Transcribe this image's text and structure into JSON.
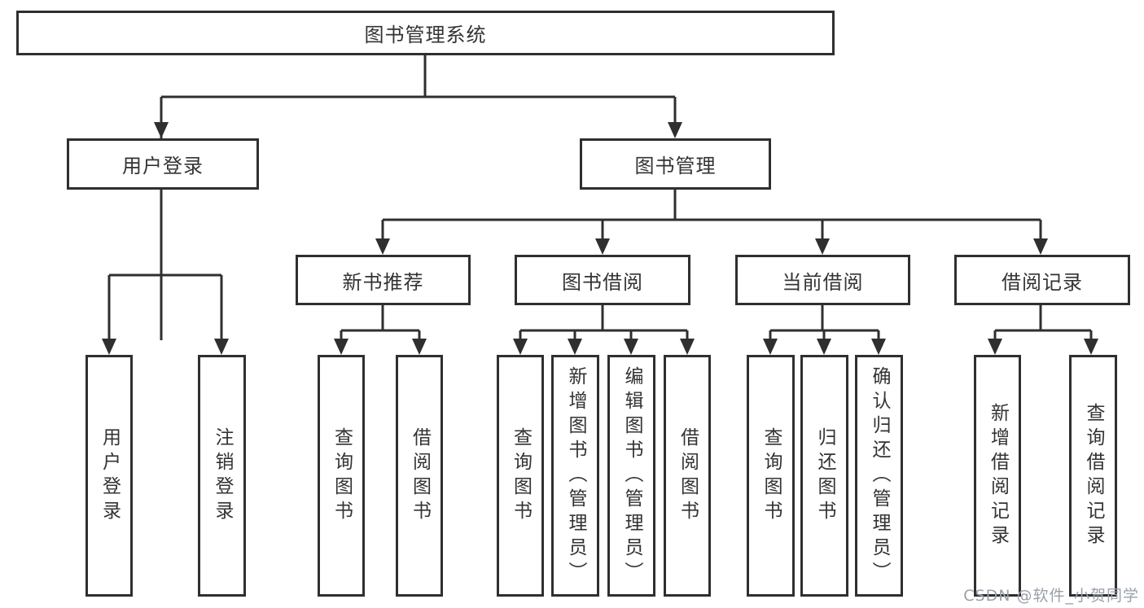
{
  "diagram": {
    "root": {
      "label": "图书管理系统"
    },
    "level2": [
      {
        "label": "用户登录"
      },
      {
        "label": "图书管理"
      }
    ],
    "level3": [
      {
        "label": "新书推荐"
      },
      {
        "label": "图书借阅"
      },
      {
        "label": "当前借阅"
      },
      {
        "label": "借阅记录"
      }
    ],
    "leaves": {
      "user_login": [
        {
          "label": "用户登录"
        },
        {
          "label": "注销登录"
        }
      ],
      "new_book": [
        {
          "label": "查询图书"
        },
        {
          "label": "借阅图书"
        }
      ],
      "book_borrow": [
        {
          "label": "查询图书"
        },
        {
          "label": "新增图书（管理员）"
        },
        {
          "label": "编辑图书（管理员）"
        },
        {
          "label": "借阅图书"
        }
      ],
      "current_borrow": [
        {
          "label": "查询图书"
        },
        {
          "label": "归还图书"
        },
        {
          "label": "确认归还（管理员）"
        }
      ],
      "borrow_record": [
        {
          "label": "新增借阅记录"
        },
        {
          "label": "查询借阅记录"
        }
      ]
    },
    "colors": {
      "line": "#2f2f2f",
      "box_border": "#2f2f2f",
      "box_background": "#ffffff",
      "text": "#333333",
      "watermark": "#9aa0aa"
    }
  },
  "watermark": {
    "text": "CSDN @软件_小贺同学"
  }
}
